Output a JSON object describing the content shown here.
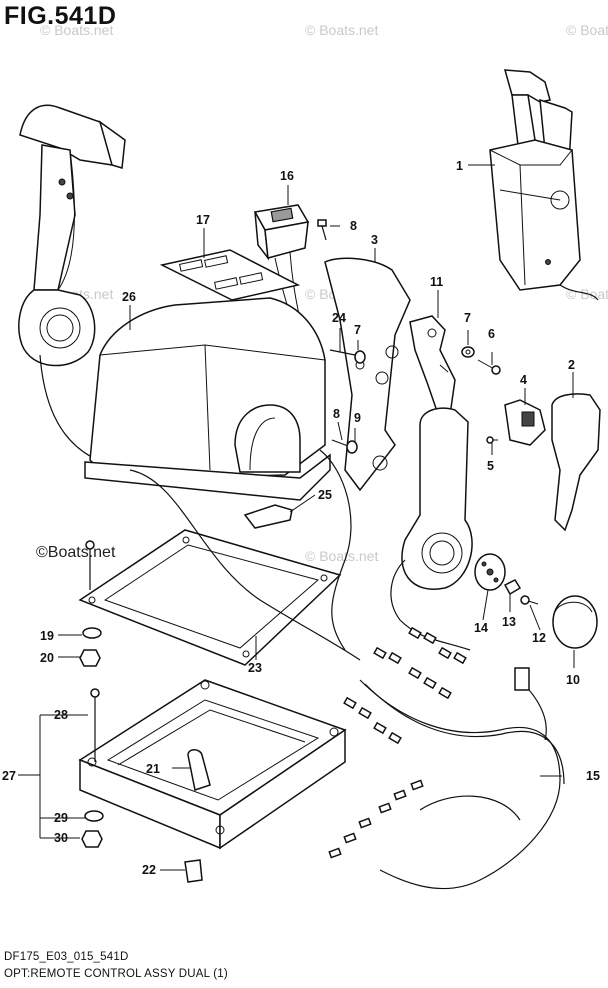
{
  "figure": {
    "title": "FIG.541D",
    "model_code": "DF175_E03_015_541D",
    "description": "OPT:REMOTE CONTROL ASSY DUAL (1)"
  },
  "watermarks": [
    "© Boats.net",
    "© Boats.net",
    "© Boats.net",
    "© Boats.net",
    "© Boats.net",
    "© Boats.net",
    "© Boats.net",
    "©Boats.net"
  ],
  "callouts": [
    "1",
    "2",
    "3",
    "4",
    "5",
    "6",
    "7",
    "7",
    "8",
    "8",
    "9",
    "10",
    "11",
    "12",
    "13",
    "14",
    "15",
    "16",
    "17",
    "19",
    "20",
    "21",
    "22",
    "23",
    "24",
    "25",
    "26",
    "27",
    "28",
    "29",
    "30"
  ],
  "colors": {
    "line": "#111111",
    "watermark": "#c9c9c9",
    "background": "#ffffff"
  }
}
